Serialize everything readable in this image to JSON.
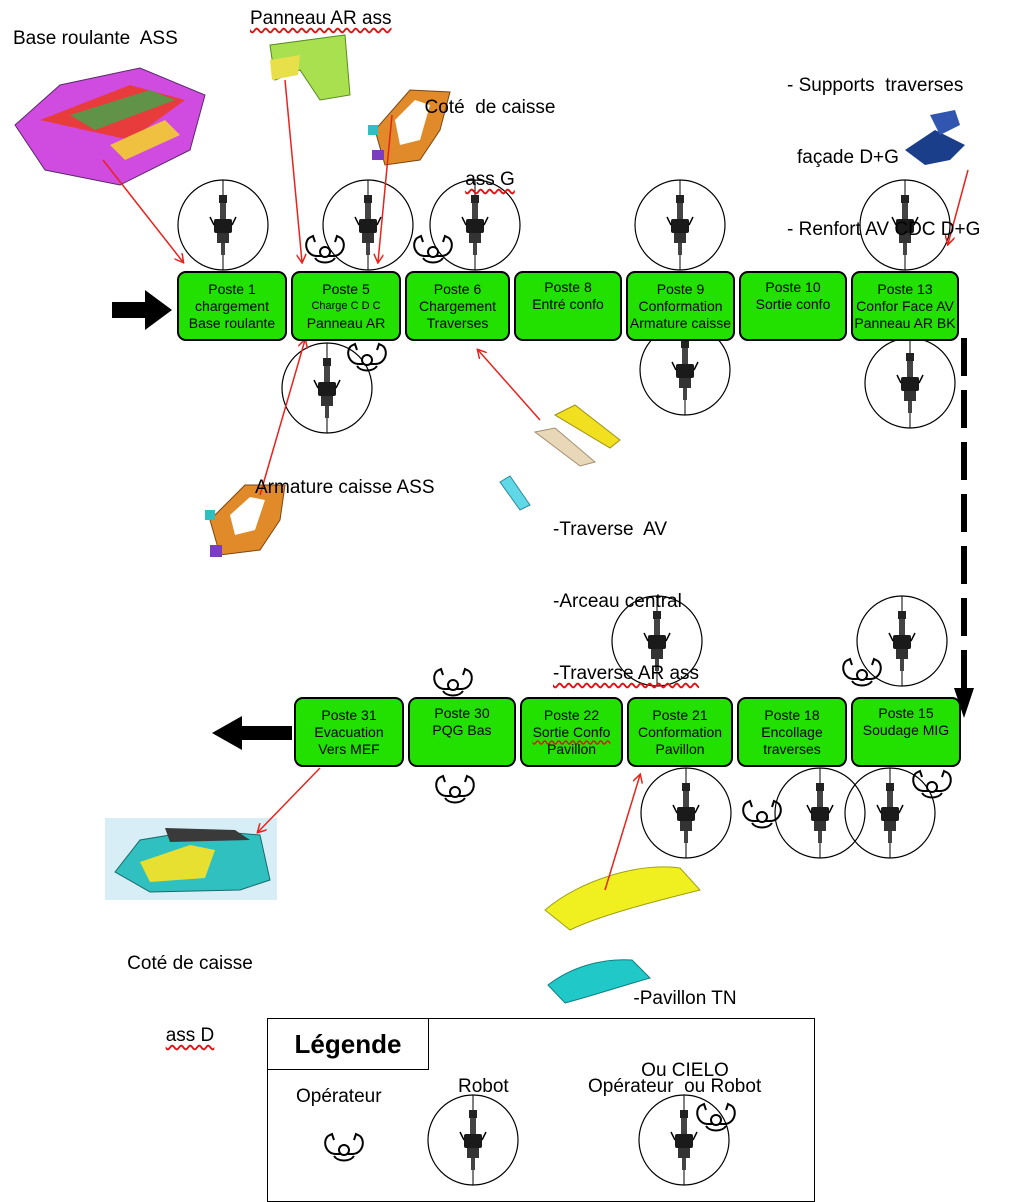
{
  "labels": {
    "base_roulante": "Base roulante  ASS",
    "panneau_ar": "Panneau AR ass",
    "cote_g_line1": "Coté  de caisse",
    "cote_g_line2": "ass G",
    "supports_line1": "- Supports  traverses",
    "supports_line2": "façade D+G",
    "supports_line3": "- Renfort AV CDC D+G",
    "armature": "Armature caisse ASS",
    "traverses_line1": "-Traverse  AV",
    "traverses_line2": "-Arceau central",
    "traverses_line3": "-Traverse AR ass",
    "cote_d_line1": "Coté de caisse",
    "cote_d_line2": "ass D",
    "pavillon_line1": "-Pavillon TN",
    "pavillon_line2": "Ou CIELO"
  },
  "top_row": [
    {
      "l1": "Poste 1",
      "l2": "chargement",
      "l3": "Base roulante"
    },
    {
      "l1": "Poste 5",
      "l2": "Charge  C D C",
      "l3": "Panneau AR"
    },
    {
      "l1": "Poste 6",
      "l2": "Chargement",
      "l3": "Traverses"
    },
    {
      "l1": "Poste 8",
      "l2": "Entré confo",
      "l3": ""
    },
    {
      "l1": "Poste 9",
      "l2": "Conformation",
      "l3": "Armature caisse"
    },
    {
      "l1": "Poste 10",
      "l2": "Sortie confo",
      "l3": ""
    },
    {
      "l1": "Poste 13",
      "l2": "Confor Face AV",
      "l3": "Panneau AR BK"
    }
  ],
  "bottom_row": [
    {
      "l1": "Poste 31",
      "l2": "Evacuation",
      "l3": "Vers MEF"
    },
    {
      "l1": "Poste 30",
      "l2": "PQG Bas",
      "l3": ""
    },
    {
      "l1": "Poste 22",
      "l2": "Sortie Confo",
      "l3": "Pavillon"
    },
    {
      "l1": "Poste 21",
      "l2": "Conformation",
      "l3": "Pavillon"
    },
    {
      "l1": "Poste 18",
      "l2": "Encollage",
      "l3": "traverses"
    },
    {
      "l1": "Poste 15",
      "l2": "Soudage MIG",
      "l3": ""
    }
  ],
  "legend": {
    "title": "Légende",
    "operator": "Opérateur",
    "robot": "Robot",
    "operator_or_robot": "Opérateur  ou Robot"
  },
  "colors": {
    "station_fill": "#22e000",
    "arrow_red": "#e8231c",
    "flow_arrow": "#000000"
  },
  "icons": [
    "robot-icon",
    "operator-icon",
    "car-part-image"
  ]
}
